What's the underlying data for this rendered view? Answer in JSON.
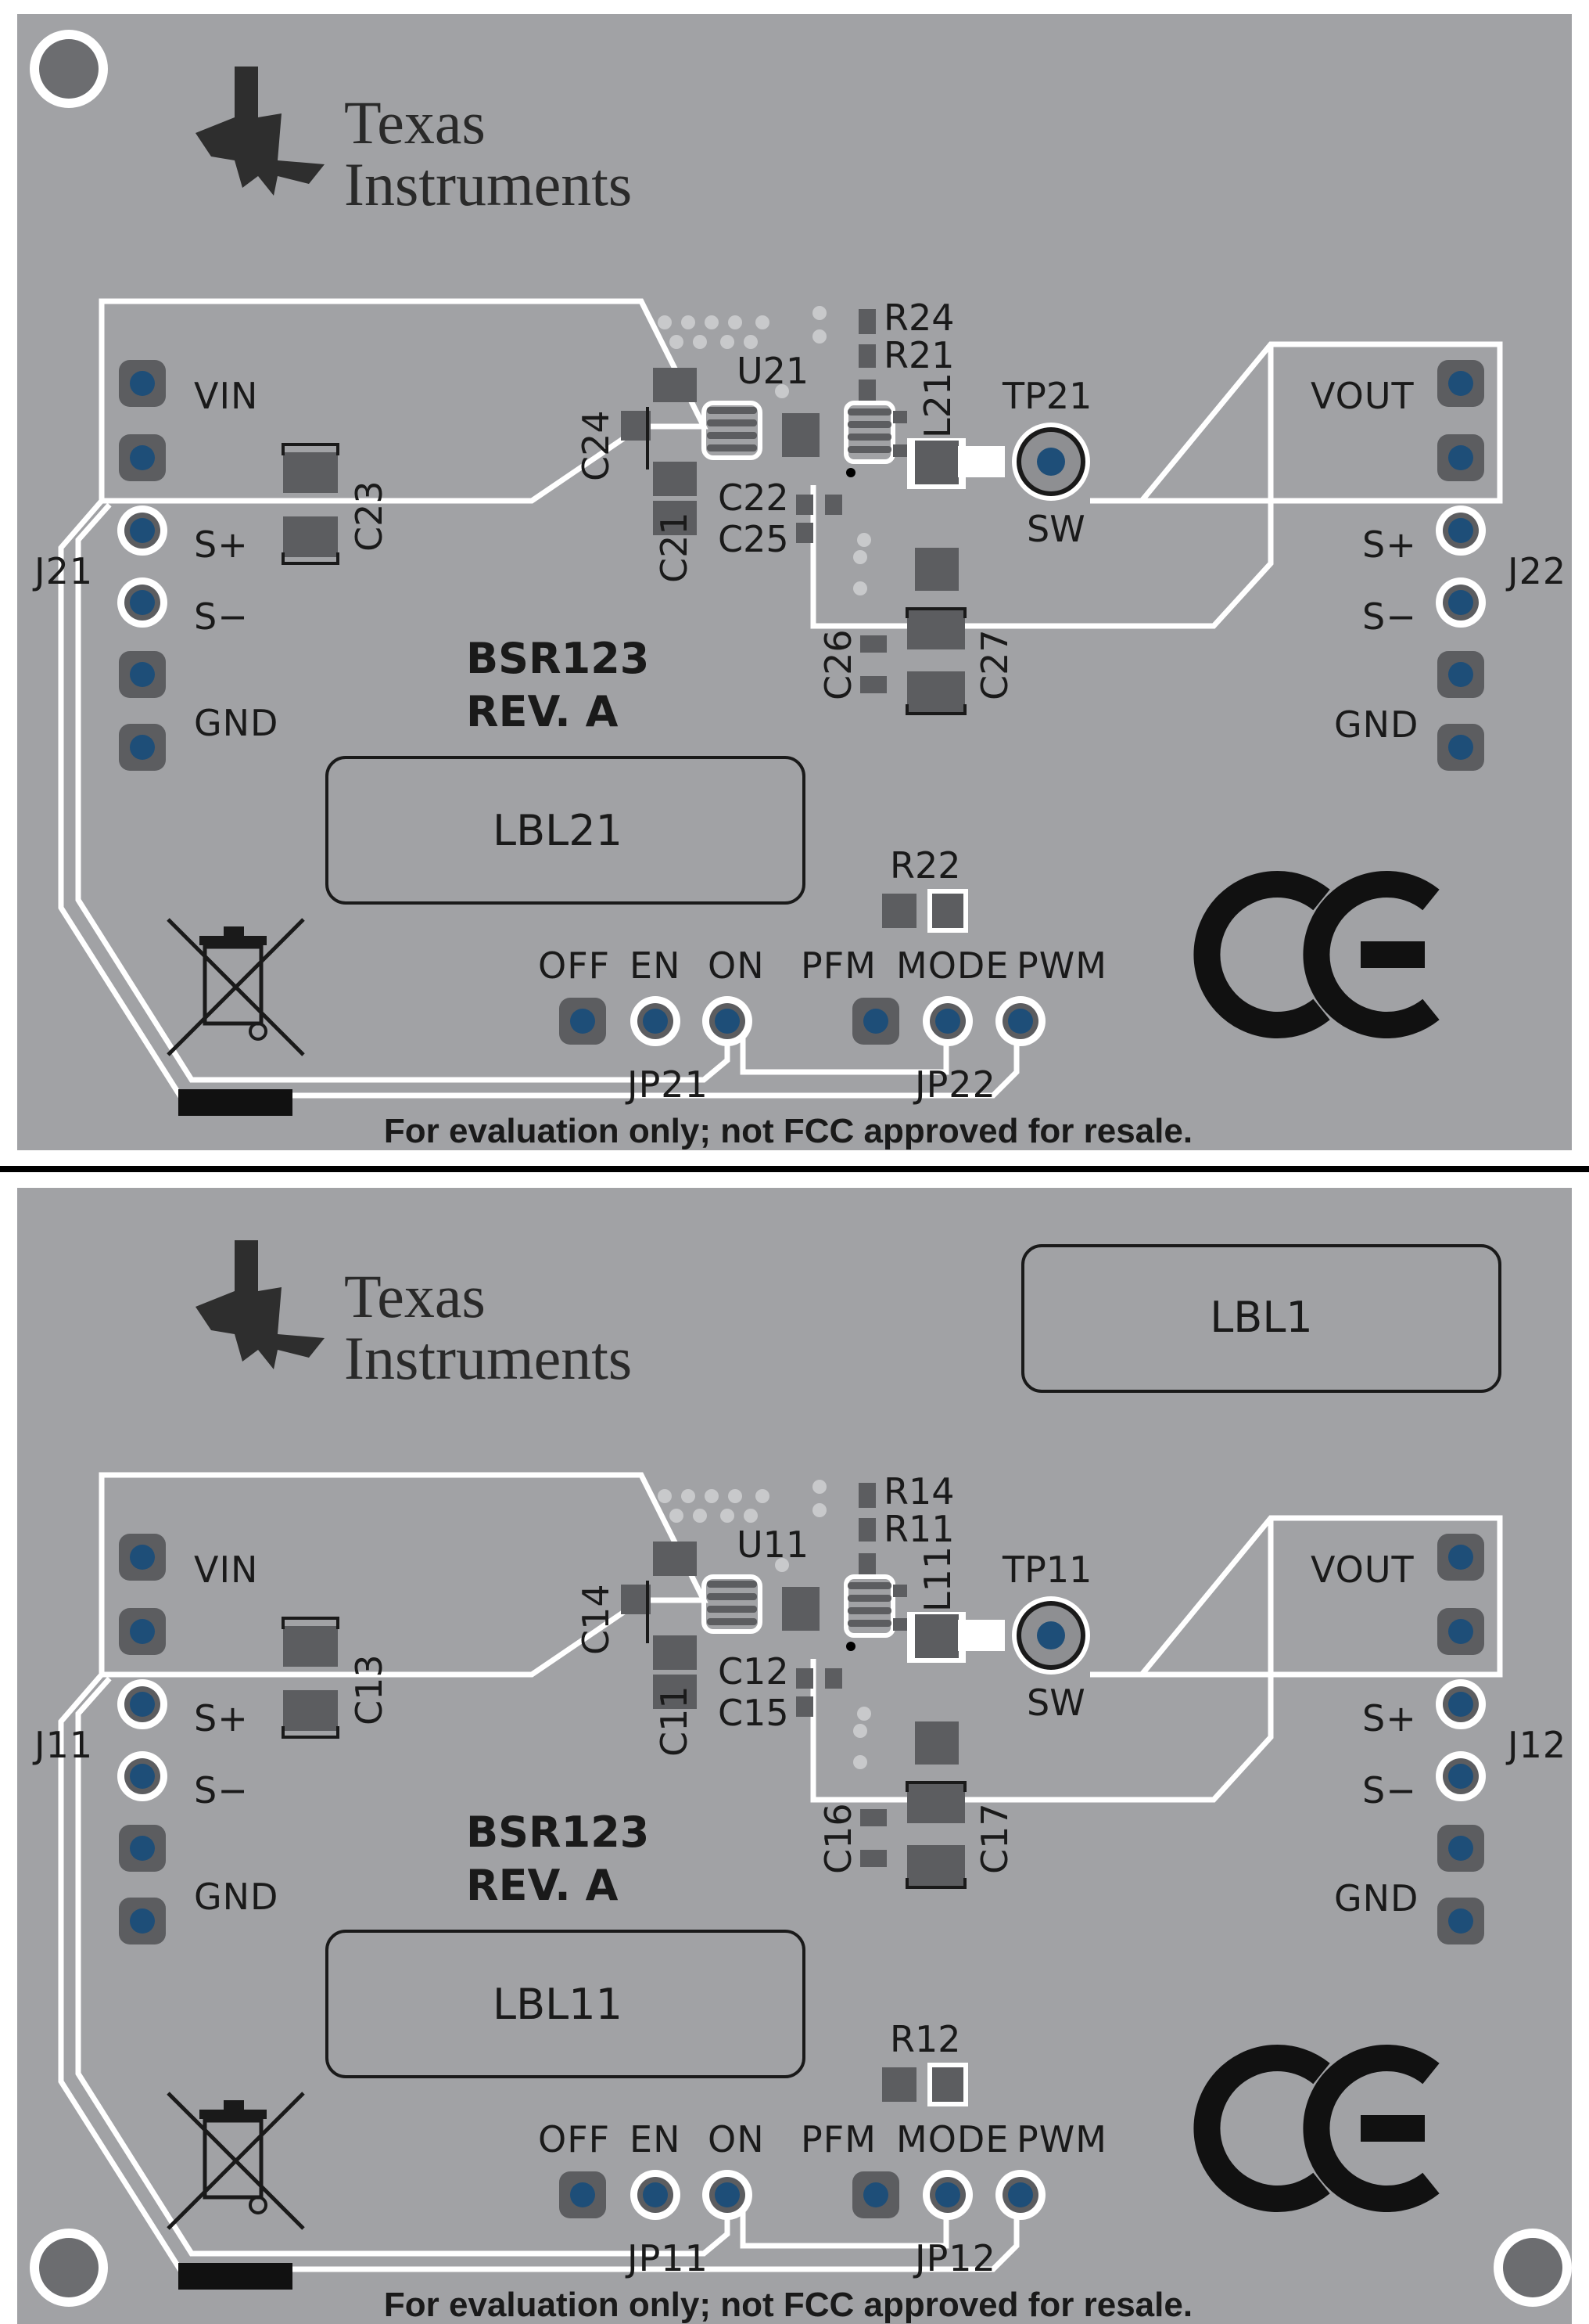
{
  "colors": {
    "board": "#a1a2a5",
    "silkscreen": "#ffffff",
    "pad_dark": "#5c5d60",
    "pad_hole": "#1e4e78",
    "text": "#1a1a1a"
  },
  "logo": {
    "line1": "Texas",
    "line2": "Instruments"
  },
  "boards": [
    {
      "id": "board-2",
      "vin": "VIN",
      "vout": "VOUT",
      "sp_left": "S+",
      "sn_left": "S−",
      "gnd_left": "GND",
      "sp_right": "S+",
      "sn_right": "S−",
      "gnd_right": "GND",
      "j_left": "J21",
      "j_right": "J22",
      "u": "U21",
      "l": "L21",
      "tp": "TP21",
      "sw": "SW",
      "r_top": "R24",
      "r_mid": "R21",
      "r_mode": "R22",
      "c_in": "C23",
      "c_a": "C24",
      "c_b": "C21",
      "c_c": "C22",
      "c_d": "C25",
      "c_e": "C26",
      "c_f": "C27",
      "bsr": "BSR123",
      "rev": "REV. A",
      "label_box": "LBL21",
      "label_box2": "",
      "off": "OFF",
      "en": "EN",
      "on": "ON",
      "pfm": "PFM",
      "mode": "MODE",
      "pwm": "PWM",
      "jp_a": "JP21",
      "jp_b": "JP22",
      "footer": "For evaluation only; not FCC approved for resale."
    },
    {
      "id": "board-1",
      "vin": "VIN",
      "vout": "VOUT",
      "sp_left": "S+",
      "sn_left": "S−",
      "gnd_left": "GND",
      "sp_right": "S+",
      "sn_right": "S−",
      "gnd_right": "GND",
      "j_left": "J11",
      "j_right": "J12",
      "u": "U11",
      "l": "L11",
      "tp": "TP11",
      "sw": "SW",
      "r_top": "R14",
      "r_mid": "R11",
      "r_mode": "R12",
      "c_in": "C13",
      "c_a": "C14",
      "c_b": "C11",
      "c_c": "C12",
      "c_d": "C15",
      "c_e": "C16",
      "c_f": "C17",
      "bsr": "BSR123",
      "rev": "REV. A",
      "label_box": "LBL11",
      "label_box2": "LBL1",
      "off": "OFF",
      "en": "EN",
      "on": "ON",
      "pfm": "PFM",
      "mode": "MODE",
      "pwm": "PWM",
      "jp_a": "JP11",
      "jp_b": "JP12",
      "footer": "For evaluation only; not FCC approved for resale."
    }
  ]
}
